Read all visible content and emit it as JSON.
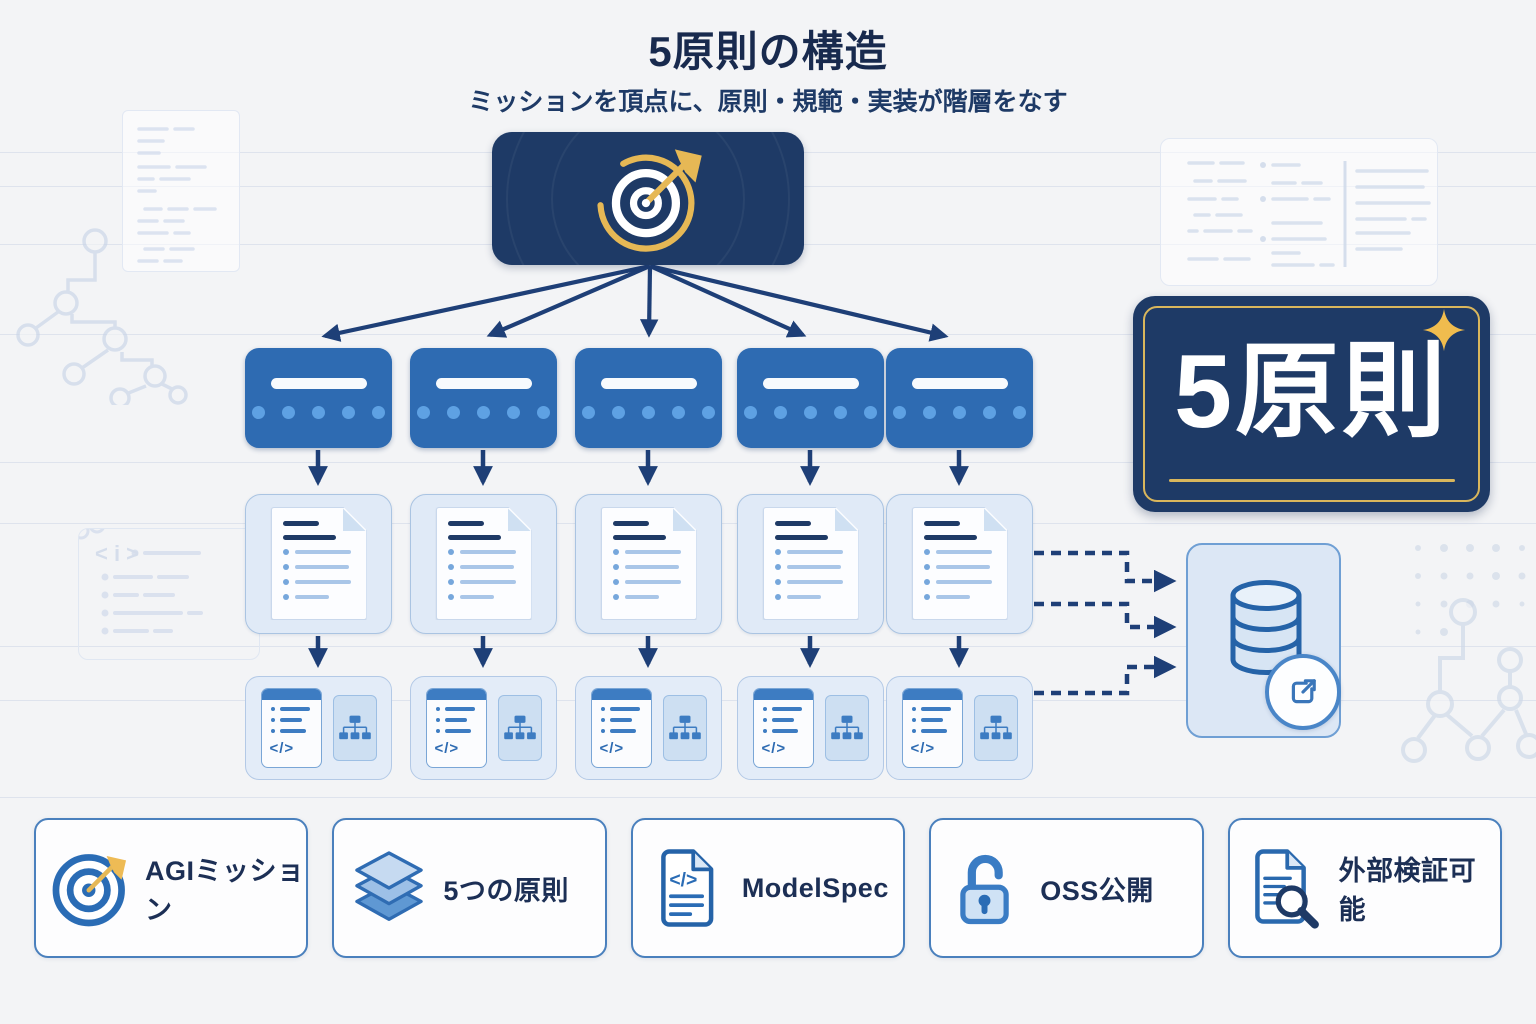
{
  "title": "5原則の構造",
  "subtitle": "ミッションを頂点に、原則・規範・実装が階層をなす",
  "badge": {
    "label": "5原則",
    "sparkle_icon": "sparkle-icon"
  },
  "diagram": {
    "root_icon": "target-icon",
    "column_count": 5,
    "impl_code_glyph": "</>",
    "database_icon": "database-icon",
    "external_link_icon": "external-link-icon"
  },
  "legend": {
    "items": [
      {
        "label": "AGIミッション",
        "icon": "target-icon"
      },
      {
        "label": "5つの原則",
        "icon": "layers-icon"
      },
      {
        "label": "ModelSpec",
        "icon": "code-document-icon"
      },
      {
        "label": "OSS公開",
        "icon": "open-padlock-icon"
      },
      {
        "label": "外部検証可能",
        "icon": "document-search-icon"
      }
    ]
  },
  "watermark": {
    "code_glyph": "< i >"
  },
  "colors": {
    "bg": "#f3f4f6",
    "navy": "#1e3a66",
    "arrow": "#1e3f77",
    "blue": "#2e6bb2",
    "blue-mid": "#3d7cc2",
    "dot-blue": "#5ea1e3",
    "card-bg": "#e0eaf7",
    "card-border": "#aac4e2",
    "gold": "#e6b855",
    "gold-line": "#d9b65c",
    "text-navy": "#1c2f55",
    "legend-border": "#4a80bd"
  }
}
